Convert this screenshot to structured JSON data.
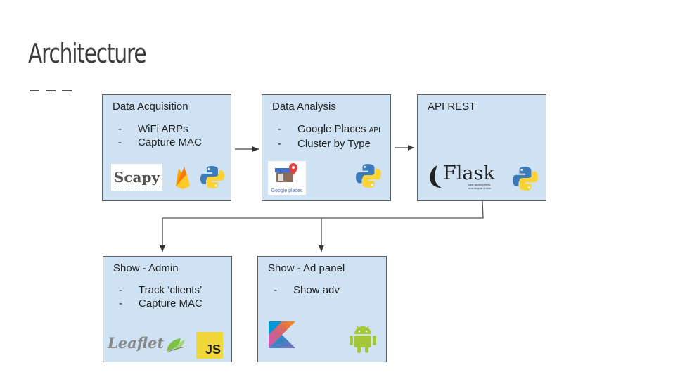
{
  "title": "Architecture",
  "boxes": {
    "acquisition": {
      "title": "Data Acquisition",
      "items": [
        "WiFi ARPs",
        "Capture MAC"
      ],
      "logos": [
        "Scapy",
        "firebase",
        "python"
      ]
    },
    "analysis": {
      "title": "Data Analysis",
      "items": [
        "Google Places",
        "Cluster by Type"
      ],
      "item_suffix": "API",
      "logos": [
        "Google places",
        "python"
      ]
    },
    "api": {
      "title": "API REST",
      "logos": [
        "Flask",
        "python"
      ],
      "flask_tagline_1": "web development,",
      "flask_tagline_2": "one drop at a time"
    },
    "admin": {
      "title": "Show - Admin",
      "items": [
        "Track ‘clients’",
        "Capture MAC"
      ],
      "logos": [
        "Leaflet",
        "JS"
      ]
    },
    "adpanel": {
      "title": "Show - Ad panel",
      "items": [
        "Show adv"
      ],
      "logos": [
        "kotlin",
        "android"
      ]
    }
  },
  "dash": "-",
  "colors": {
    "box_fill": "#cfe2f3",
    "box_border": "#5f5f5f",
    "title": "#3c3c3c"
  }
}
